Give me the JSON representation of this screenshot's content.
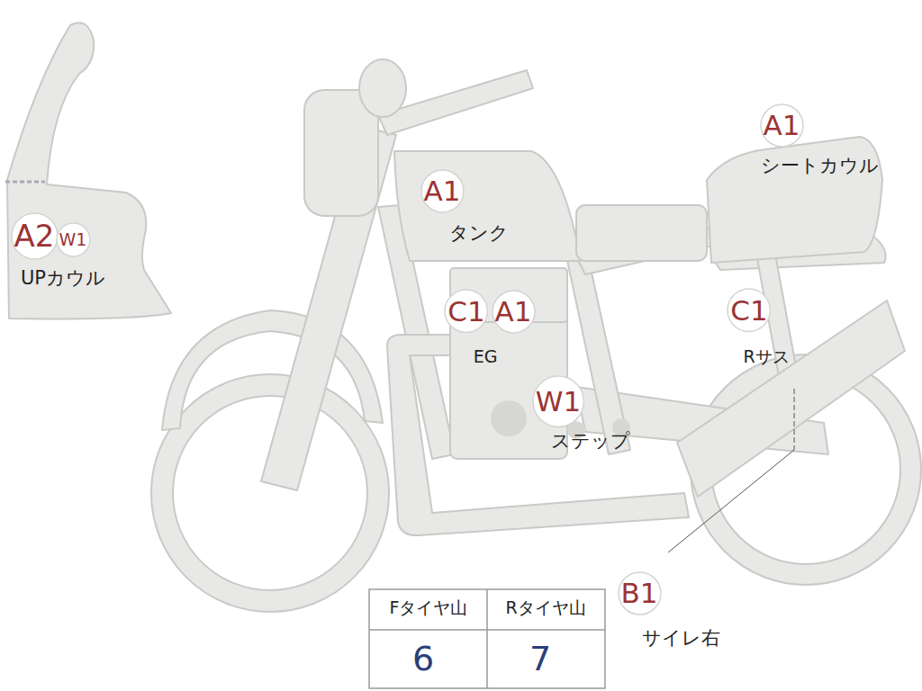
{
  "diagram": {
    "nodes": [
      {
        "text": [
          "A2"
        ]
      },
      {
        "text": [
          "W1"
        ]
      },
      {
        "text": [
          "A1"
        ]
      },
      {
        "text": [
          "C1"
        ]
      },
      {
        "text": [
          "A1"
        ]
      },
      {
        "text": [
          "W1"
        ]
      },
      {
        "text": [
          "A1"
        ]
      },
      {
        "text": [
          "C1"
        ]
      },
      {
        "text": [
          "B1"
        ]
      }
    ],
    "labels": [
      "UPカウル",
      "タンク",
      "EG",
      "ステップ",
      "シートカウル",
      "Rサス",
      "サイレ右",
      "Fタイヤ山",
      "Rタイヤ山",
      "6",
      "7"
    ]
  }
}
